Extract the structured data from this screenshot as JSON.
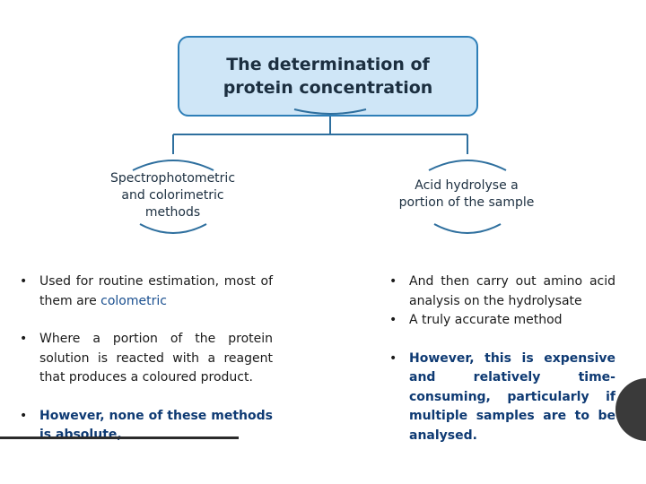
{
  "root": {
    "title_line1": "The determination of",
    "title_line2": "protein concentration"
  },
  "left_branch": {
    "label_line1": "Spectrophotometric",
    "label_line2": "and colorimetric",
    "label_line3": "methods",
    "items": [
      {
        "text_a": "Used for routine estimation, most of them are ",
        "text_b": "colometric"
      },
      {
        "text": "Where a portion of the protein solution is reacted with a reagent that produces a coloured product."
      },
      {
        "text": "However, none of these methods is absolute,"
      }
    ]
  },
  "right_branch": {
    "label_line1": "Acid hydrolyse a",
    "label_line2": "portion of the sample",
    "items": [
      {
        "text": "And then carry out amino acid analysis on the hydrolysate"
      },
      {
        "text": "A truly accurate method"
      },
      {
        "text": "However, this is expensive and relatively time-consuming, particularly if multiple samples are to be analysed."
      }
    ]
  },
  "bullet_char": "•",
  "colors": {
    "root_fill": "#cfe6f7",
    "root_border": "#2e7fb8",
    "connector": "#2e6f9e",
    "highlight_blue": "#1a4f8f",
    "highlight_navy": "#0e3a73"
  }
}
